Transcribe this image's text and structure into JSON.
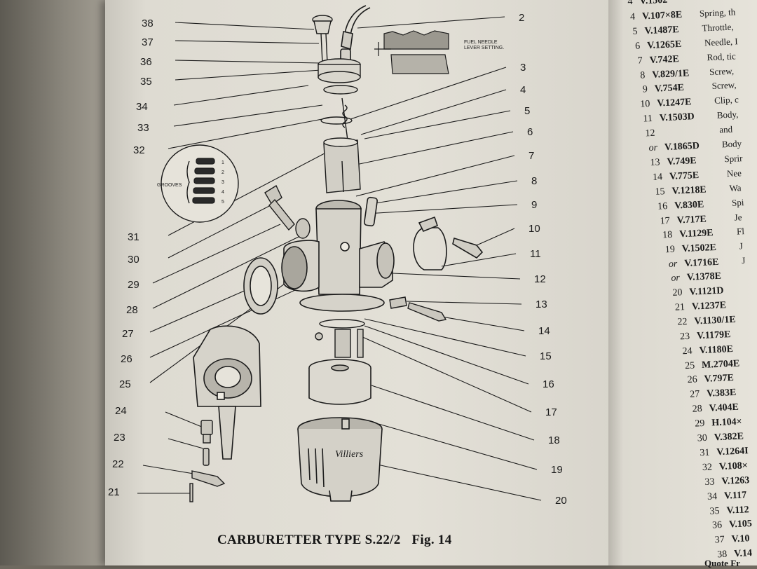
{
  "caption": {
    "title": "CARBURETTER TYPE S.22/2",
    "fig": "Fig. 14"
  },
  "inset_labels": {
    "fuel_needle_line1": "FUEL NEEDLE",
    "fuel_needle_line2": "LEVER SETTING.",
    "grooves": "GROOVES",
    "groove_numbers": [
      "1",
      "2",
      "3",
      "4",
      "5"
    ]
  },
  "callouts": {
    "left": [
      "38",
      "37",
      "36",
      "35",
      "34",
      "33",
      "32",
      "31",
      "30",
      "29",
      "28",
      "27",
      "26",
      "25",
      "24",
      "23",
      "22",
      "21"
    ],
    "right": [
      "2",
      "3",
      "4",
      "5",
      "6",
      "7",
      "8",
      "9",
      "10",
      "11",
      "12",
      "13",
      "14",
      "15",
      "16",
      "17",
      "18",
      "19",
      "20"
    ]
  },
  "parts_list": [
    {
      "num": "4",
      "part": "V.1502",
      "desc": ""
    },
    {
      "num": "4",
      "part": "V.107×8E",
      "desc": "Spring, th"
    },
    {
      "num": "5",
      "part": "V.1487E",
      "desc": "Throttle,"
    },
    {
      "num": "6",
      "part": "V.1265E",
      "desc": "Needle, I"
    },
    {
      "num": "7",
      "part": "V.742E",
      "desc": "Rod, tic"
    },
    {
      "num": "8",
      "part": "V.829/1E",
      "desc": "Screw, "
    },
    {
      "num": "9",
      "part": "V.754E",
      "desc": "Screw,"
    },
    {
      "num": "10",
      "part": "V.1247E",
      "desc": "Clip, c"
    },
    {
      "num": "11",
      "part": "V.1503D",
      "desc": "Body,"
    },
    {
      "num": "12",
      "part": "",
      "desc": "and"
    },
    {
      "num": "or",
      "part": "V.1865D",
      "desc": "Body"
    },
    {
      "num": "13",
      "part": "V.749E",
      "desc": "Sprir"
    },
    {
      "num": "14",
      "part": "V.775E",
      "desc": "Nee"
    },
    {
      "num": "15",
      "part": "V.1218E",
      "desc": "Wa"
    },
    {
      "num": "16",
      "part": "V.830E",
      "desc": "Spi"
    },
    {
      "num": "17",
      "part": "V.717E",
      "desc": "Je"
    },
    {
      "num": "18",
      "part": "V.1129E",
      "desc": "Fl"
    },
    {
      "num": "19",
      "part": "V.1502E",
      "desc": "J"
    },
    {
      "num": "or",
      "part": "V.1716E",
      "desc": "J"
    },
    {
      "num": "or",
      "part": "V.1378E",
      "desc": ""
    },
    {
      "num": "20",
      "part": "V.1121D",
      "desc": ""
    },
    {
      "num": "21",
      "part": "V.1237E",
      "desc": ""
    },
    {
      "num": "22",
      "part": "V.1130/1E",
      "desc": ""
    },
    {
      "num": "23",
      "part": "V.1179E",
      "desc": ""
    },
    {
      "num": "24",
      "part": "V.1180E",
      "desc": ""
    },
    {
      "num": "25",
      "part": "M.2704E",
      "desc": ""
    },
    {
      "num": "26",
      "part": "V.797E",
      "desc": ""
    },
    {
      "num": "27",
      "part": "V.383E",
      "desc": ""
    },
    {
      "num": "28",
      "part": "V.404E",
      "desc": ""
    },
    {
      "num": "29",
      "part": "H.104×",
      "desc": ""
    },
    {
      "num": "30",
      "part": "V.382E",
      "desc": ""
    },
    {
      "num": "31",
      "part": "V.1264I",
      "desc": ""
    },
    {
      "num": "32",
      "part": "V.108×",
      "desc": ""
    },
    {
      "num": "33",
      "part": "V.1263",
      "desc": ""
    },
    {
      "num": "34",
      "part": "V.117",
      "desc": ""
    },
    {
      "num": "35",
      "part": "V.112",
      "desc": ""
    },
    {
      "num": "36",
      "part": "V.105",
      "desc": ""
    },
    {
      "num": "37",
      "part": "V.10",
      "desc": ""
    },
    {
      "num": "38",
      "part": "V.14",
      "desc": ""
    }
  ],
  "footer_text": "Quote Fr",
  "colors": {
    "paper": "#e3e0d7",
    "ink": "#1b1b1b",
    "background": "#6f6a60"
  }
}
